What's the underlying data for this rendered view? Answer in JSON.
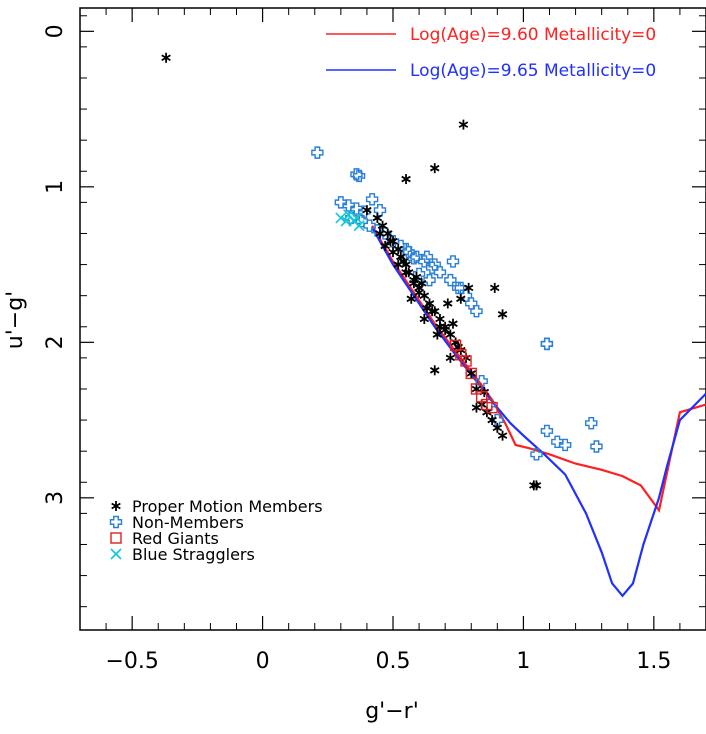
{
  "chart_data": {
    "type": "scatter",
    "title": "",
    "xlabel": "g'−r'",
    "ylabel": "u'−g'",
    "xlim": [
      -0.7,
      1.7
    ],
    "ylim": [
      3.85,
      -0.15
    ],
    "y_inverted": true,
    "x_ticks": [
      -0.5,
      0,
      0.5,
      1,
      1.5
    ],
    "x_tick_labels": [
      "−0.5",
      "0",
      "0.5",
      "1",
      "1.5"
    ],
    "y_ticks": [
      0,
      1,
      2,
      3
    ],
    "y_tick_labels": [
      "0",
      "1",
      "2",
      "3"
    ],
    "grid": false,
    "legend_position": "bottom-left",
    "isochrones": [
      {
        "name": "Log(Age)=9.60 Metallicity=0",
        "color": "#ff2020",
        "x": [
          0.42,
          0.5,
          0.58,
          0.66,
          0.74,
          0.82,
          0.88,
          0.93,
          0.97,
          1.02,
          1.1,
          1.2,
          1.3,
          1.38,
          1.45,
          1.52,
          1.6,
          1.7
        ],
        "y": [
          1.25,
          1.48,
          1.68,
          1.88,
          2.06,
          2.23,
          2.37,
          2.52,
          2.66,
          2.68,
          2.72,
          2.78,
          2.82,
          2.86,
          2.92,
          3.08,
          2.45,
          2.4
        ]
      },
      {
        "name": "Log(Age)=9.65 Metallicity=0",
        "color": "#2030ff",
        "x": [
          0.42,
          0.5,
          0.58,
          0.66,
          0.74,
          0.82,
          0.88,
          0.95,
          1.0,
          1.08,
          1.16,
          1.24,
          1.3,
          1.34,
          1.38,
          1.42,
          1.46,
          1.5,
          1.52,
          1.55,
          1.6,
          1.7
        ],
        "y": [
          1.26,
          1.5,
          1.7,
          1.9,
          2.08,
          2.25,
          2.38,
          2.52,
          2.6,
          2.72,
          2.85,
          3.1,
          3.35,
          3.55,
          3.63,
          3.55,
          3.3,
          3.1,
          3.0,
          2.8,
          2.5,
          2.33
        ]
      }
    ],
    "series": [
      {
        "name": "Proper Motion Members",
        "marker": "asterisk",
        "color": "#000000",
        "x": [
          -0.37,
          0.77,
          0.55,
          0.66,
          0.4,
          0.44,
          0.46,
          0.48,
          0.5,
          0.52,
          0.53,
          0.55,
          0.56,
          0.58,
          0.6,
          0.62,
          0.64,
          0.66,
          0.68,
          0.7,
          0.72,
          0.74,
          0.76,
          0.78,
          0.8,
          0.82,
          0.84,
          0.86,
          0.88,
          0.9,
          0.92,
          0.45,
          0.5,
          0.55,
          0.6,
          0.65,
          0.7,
          0.75,
          0.57,
          0.62,
          0.67,
          0.72,
          0.47,
          0.52,
          0.58,
          0.63,
          0.68,
          0.89,
          0.92,
          0.79,
          0.76,
          0.66,
          0.82,
          0.85,
          1.04,
          1.05,
          0.49,
          0.54,
          0.59,
          0.61,
          0.71,
          0.73
        ],
        "y": [
          0.17,
          0.6,
          0.95,
          0.88,
          1.15,
          1.2,
          1.25,
          1.3,
          1.35,
          1.4,
          1.45,
          1.5,
          1.55,
          1.6,
          1.65,
          1.7,
          1.75,
          1.8,
          1.85,
          1.9,
          1.95,
          2.0,
          2.05,
          2.1,
          2.2,
          2.3,
          2.4,
          2.45,
          2.5,
          2.55,
          2.6,
          1.3,
          1.42,
          1.55,
          1.68,
          1.8,
          1.92,
          2.03,
          1.72,
          1.85,
          1.95,
          2.1,
          1.38,
          1.5,
          1.62,
          1.78,
          1.9,
          1.65,
          1.82,
          1.65,
          1.72,
          2.18,
          2.42,
          2.32,
          2.92,
          2.92,
          1.35,
          1.48,
          1.58,
          1.62,
          1.75,
          1.88
        ]
      },
      {
        "name": "Non-Members",
        "marker": "open-cross",
        "color": "#2a7fd4",
        "x": [
          0.21,
          0.36,
          0.37,
          0.3,
          0.33,
          0.36,
          0.39,
          0.42,
          0.45,
          0.34,
          0.38,
          0.41,
          0.44,
          0.47,
          0.5,
          0.53,
          0.56,
          0.59,
          0.62,
          0.65,
          0.68,
          0.72,
          0.75,
          0.78,
          0.8,
          0.82,
          0.84,
          0.87,
          0.9,
          0.73,
          0.76,
          0.63,
          0.66,
          1.09,
          1.09,
          1.05,
          1.09,
          1.13,
          1.16,
          1.26,
          1.28,
          0.55,
          0.6,
          0.64,
          0.58
        ],
        "y": [
          0.78,
          0.92,
          0.93,
          1.1,
          1.12,
          1.14,
          1.16,
          1.08,
          1.15,
          1.2,
          1.22,
          1.25,
          1.28,
          1.3,
          1.35,
          1.38,
          1.42,
          1.45,
          1.48,
          1.52,
          1.55,
          1.6,
          1.65,
          1.7,
          1.75,
          1.8,
          2.25,
          2.4,
          2.5,
          1.48,
          1.65,
          1.45,
          1.5,
          2.01,
          2.01,
          2.72,
          2.57,
          2.64,
          2.66,
          2.52,
          2.67,
          1.4,
          1.56,
          1.6,
          1.46
        ]
      },
      {
        "name": "Red Giants",
        "marker": "open-square",
        "color": "#e02020",
        "x": [
          0.74,
          0.76,
          0.78,
          0.8,
          0.82,
          0.84,
          0.86,
          0.88
        ],
        "y": [
          2.02,
          2.08,
          2.12,
          2.2,
          2.3,
          2.35,
          2.4,
          2.42
        ]
      },
      {
        "name": "Blue Stragglers",
        "marker": "x",
        "color": "#10c8d8",
        "x": [
          0.3,
          0.33,
          0.35,
          0.37,
          0.32,
          0.36
        ],
        "y": [
          1.2,
          1.18,
          1.22,
          1.25,
          1.22,
          1.2
        ]
      }
    ]
  }
}
